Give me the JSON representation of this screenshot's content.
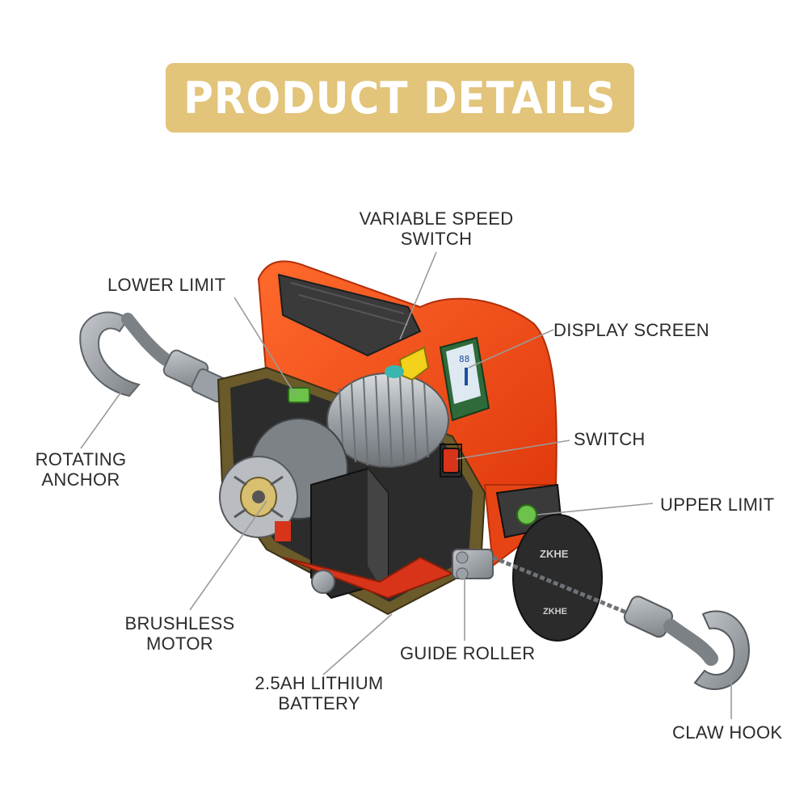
{
  "title": "PRODUCT DETAILS",
  "disc_text_top": "ZKHE",
  "disc_text_bottom": "ZKHE",
  "display_digits": "88",
  "colors": {
    "banner": "#e2c47a",
    "housing": "#f24a1a",
    "housing_dark": "#c8350e",
    "metal": "#8f9498",
    "label_text": "#2b2b2b"
  },
  "labels": {
    "variable_speed_switch": [
      "VARIABLE SPEED",
      "SWITCH"
    ],
    "lower_limit": "LOWER LIMIT",
    "display_screen": "DISPLAY SCREEN",
    "switch": "SWITCH",
    "rotating_anchor": [
      "ROTATING",
      "ANCHOR"
    ],
    "upper_limit": "UPPER LIMIT",
    "brushless_motor": [
      "BRUSHLESS",
      "MOTOR"
    ],
    "guide_roller": "GUIDE ROLLER",
    "lithium_battery": [
      "2.5AH LITHIUM",
      "BATTERY"
    ],
    "claw_hook": "CLAW HOOK"
  }
}
